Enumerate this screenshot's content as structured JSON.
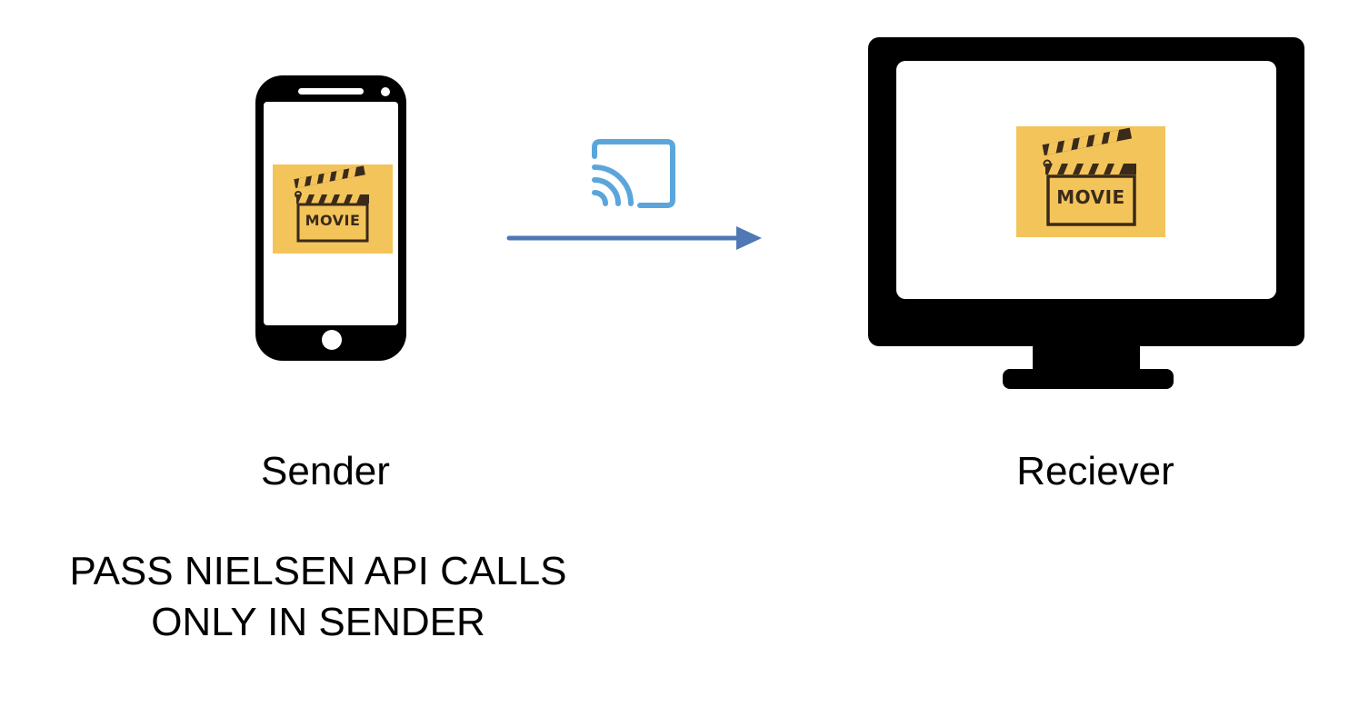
{
  "sender": {
    "label": "Sender",
    "poster_text": "MOVIE",
    "icon": "smartphone-icon"
  },
  "receiver": {
    "label": "Reciever",
    "poster_text": "MOVIE",
    "icon": "monitor-icon"
  },
  "cast": {
    "icon": "cast-icon",
    "arrow_icon": "arrow-right-icon"
  },
  "note": {
    "line1": "PASS NIELSEN API CALLS",
    "line2": "ONLY IN SENDER"
  },
  "colors": {
    "device": "#000000",
    "poster_bg": "#f3c45a",
    "clapper": "#3a2a1a",
    "cast_icon": "#5aa6dc",
    "arrow": "#4f78b5"
  }
}
